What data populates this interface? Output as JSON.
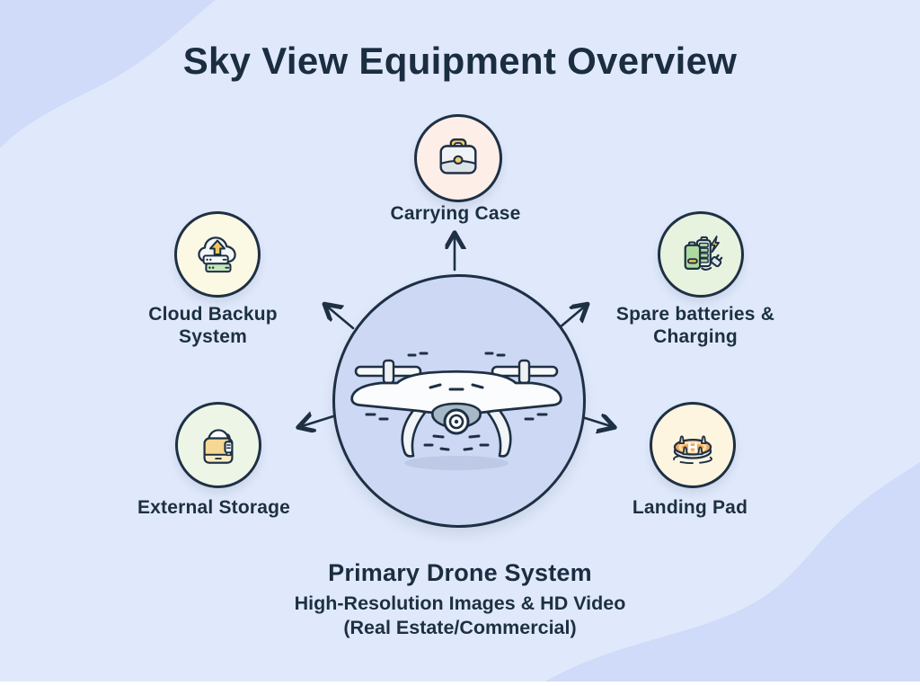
{
  "title": "Sky View Equipment Overview",
  "center_node": {
    "icon": "drone-icon",
    "heading": "Primary Drone System",
    "subheading_line1": "High-Resolution Images & HD Video",
    "subheading_line2": "(Real Estate/Commercial)"
  },
  "nodes": [
    {
      "id": "carrying-case",
      "label": "Carrying Case",
      "icon": "briefcase-icon",
      "circle_color": "#fdeee8"
    },
    {
      "id": "cloud-backup",
      "label": "Cloud Backup System",
      "icon": "cloud-upload-icon",
      "circle_color": "#fbf8e3"
    },
    {
      "id": "spare-batteries",
      "label": "Spare batteries & Charging",
      "icon": "battery-charging-icon",
      "circle_color": "#e7f3df"
    },
    {
      "id": "external-storage",
      "label": "External Storage",
      "icon": "hard-drive-icon",
      "circle_color": "#edf6e6"
    },
    {
      "id": "landing-pad",
      "label": "Landing Pad",
      "icon": "helipad-icon",
      "circle_color": "#fdf5df"
    }
  ],
  "colors": {
    "background": "#e0e9fc",
    "background_wave": "#cfdbf8",
    "center_circle_fill": "#ccd8f4",
    "outline_navy": "#1e3044",
    "text": "#1d3043",
    "accent_yellow": "#f1c75b",
    "accent_orange": "#f6a75c",
    "accent_green": "#aedaa0"
  }
}
